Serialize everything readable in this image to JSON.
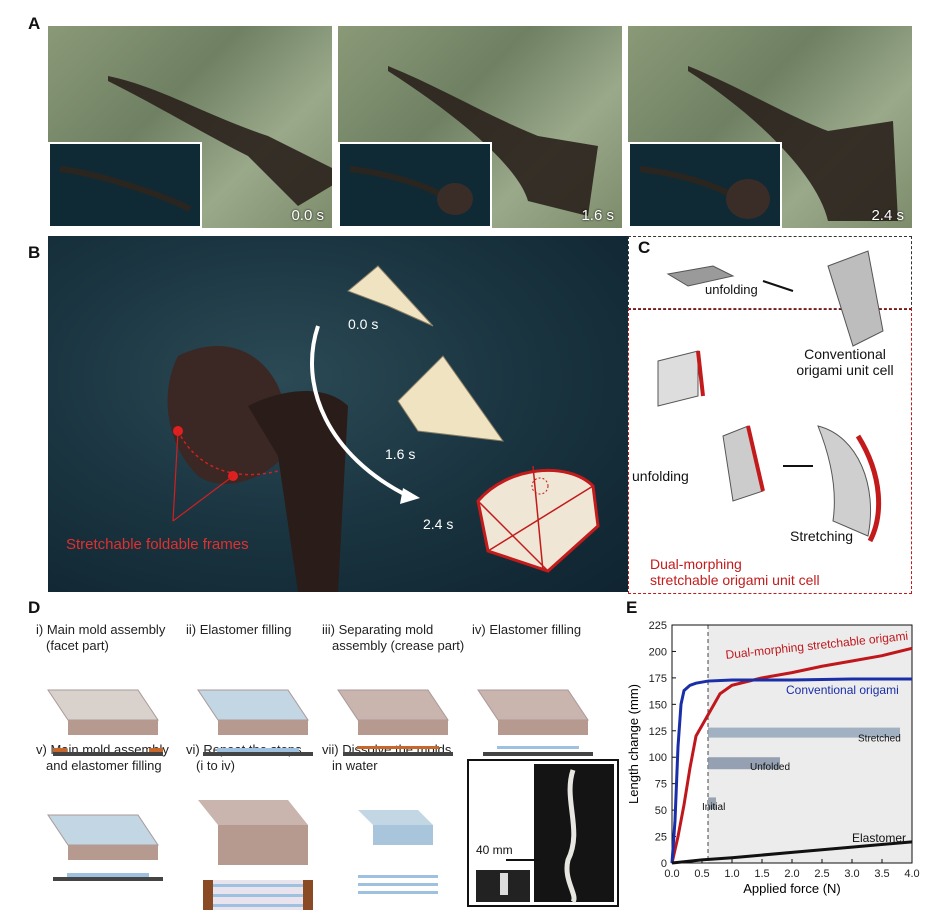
{
  "panels": {
    "a": "A",
    "b": "B",
    "c": "C",
    "d": "D",
    "e": "E"
  },
  "panel_a": {
    "times": [
      "0.0 s",
      "1.6 s",
      "2.4 s"
    ]
  },
  "panel_b": {
    "frames_label": "Stretchable foldable frames",
    "times": [
      "0.0 s",
      "1.6 s",
      "2.4 s"
    ]
  },
  "panel_c": {
    "conventional_action": "unfolding",
    "conventional_title_1": "Conventional",
    "conventional_title_2": "origami unit cell",
    "dual_action_1": "unfolding",
    "dual_action_2": "Stretching",
    "dual_title_1": "Dual-morphing",
    "dual_title_2": "stretchable origami unit cell"
  },
  "panel_d": {
    "steps": [
      {
        "line1": "i) Main mold assembly",
        "line2": "(facet part)"
      },
      {
        "line1": "ii) Elastomer filling",
        "line2": ""
      },
      {
        "line1": "iii) Separating mold",
        "line2": "assembly (crease part)"
      },
      {
        "line1": "iv) Elastomer filling",
        "line2": ""
      },
      {
        "line1": "v) Main mold assembly",
        "line2": "and elastomer filling"
      },
      {
        "line1": "vi) Repeat the steps",
        "line2": "(i to iv)"
      },
      {
        "line1": "vii) Dissolve the molds",
        "line2": "in water"
      }
    ],
    "scale_bar": "40 mm"
  },
  "chart_data": {
    "type": "line",
    "xlabel": "Applied force (N)",
    "ylabel": "Length change (mm)",
    "xlim": [
      0,
      4.0
    ],
    "ylim": [
      0,
      225
    ],
    "xticks": [
      "0.0",
      "0.5",
      "1.0",
      "1.5",
      "2.0",
      "2.5",
      "3.0",
      "3.5",
      "4.0"
    ],
    "yticks": [
      "0",
      "25",
      "50",
      "75",
      "100",
      "125",
      "150",
      "175",
      "200",
      "225"
    ],
    "series": [
      {
        "name": "Dual-morphing stretchable origami",
        "color": "#c0171c",
        "x": [
          0,
          0.1,
          0.2,
          0.3,
          0.4,
          0.5,
          0.6,
          0.7,
          0.8,
          1.0,
          1.5,
          2.0,
          2.5,
          3.0,
          3.5,
          4.0
        ],
        "y": [
          0,
          25,
          55,
          90,
          120,
          130,
          140,
          150,
          160,
          168,
          175,
          180,
          186,
          191,
          196,
          203
        ]
      },
      {
        "name": "Conventional origami",
        "color": "#1a2ea8",
        "x": [
          0,
          0.05,
          0.1,
          0.15,
          0.2,
          0.3,
          0.4,
          0.6,
          1.0,
          2.0,
          3.0,
          4.0
        ],
        "y": [
          0,
          40,
          110,
          150,
          163,
          168,
          170,
          172,
          173,
          173,
          174,
          174
        ]
      },
      {
        "name": "Elastomer",
        "color": "#111111",
        "x": [
          0,
          0.5,
          1.0,
          2.0,
          3.0,
          4.0
        ],
        "y": [
          0,
          3,
          5,
          10,
          15,
          20
        ]
      }
    ],
    "annotations": [
      "Initial",
      "Unfolded",
      "Stretched"
    ],
    "dashed_x": 0.6
  }
}
